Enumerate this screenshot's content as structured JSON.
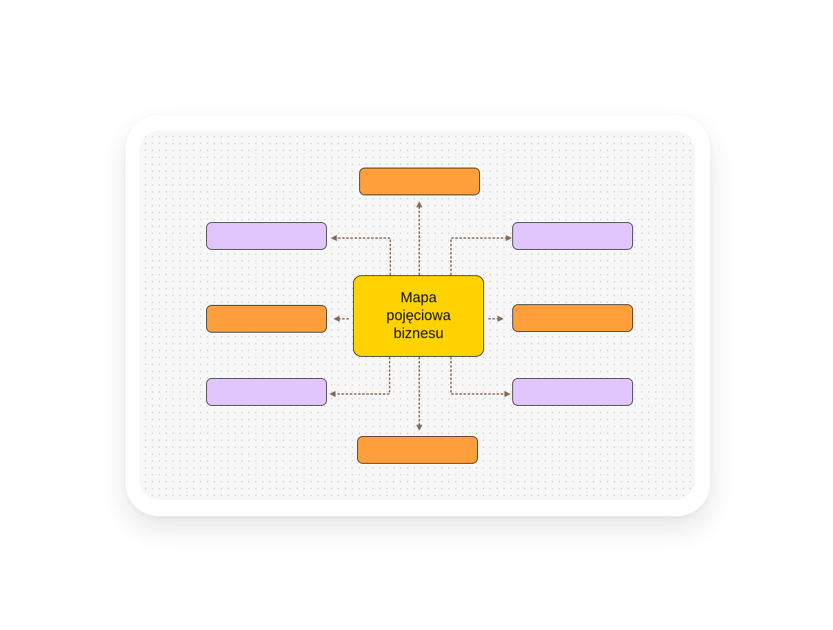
{
  "diagram": {
    "center_label": "Mapa pojęciowa biznesu",
    "colors": {
      "center": "#ffd200",
      "orange": "#ff9f3c",
      "purple": "#e0c6fc",
      "connector": "#8a6a55",
      "border": "#1a1a1a"
    },
    "nodes": [
      {
        "id": "top",
        "color": "orange",
        "label": ""
      },
      {
        "id": "left-top",
        "color": "purple",
        "label": ""
      },
      {
        "id": "right-top",
        "color": "purple",
        "label": ""
      },
      {
        "id": "left-middle",
        "color": "orange",
        "label": ""
      },
      {
        "id": "right-middle",
        "color": "orange",
        "label": ""
      },
      {
        "id": "left-bottom",
        "color": "purple",
        "label": ""
      },
      {
        "id": "right-bottom",
        "color": "purple",
        "label": ""
      },
      {
        "id": "bottom",
        "color": "orange",
        "label": ""
      }
    ]
  }
}
